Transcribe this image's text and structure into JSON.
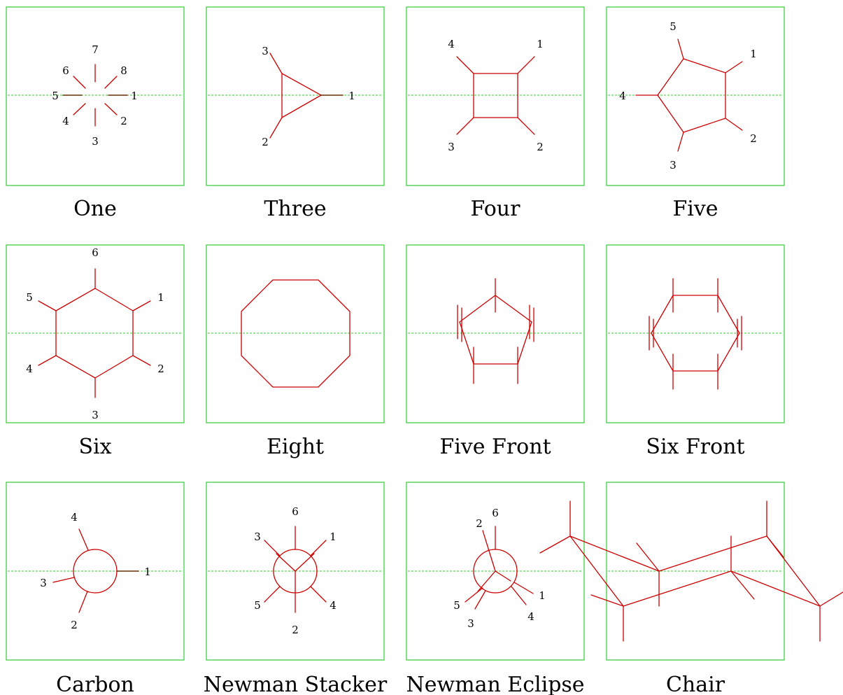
{
  "panels": [
    {
      "label": "One",
      "numbers": [
        "1",
        "2",
        "3",
        "4",
        "5",
        "6",
        "7",
        "8"
      ]
    },
    {
      "label": "Three",
      "numbers": [
        "1",
        "2",
        "3"
      ]
    },
    {
      "label": "Four",
      "numbers": [
        "1",
        "2",
        "3",
        "4"
      ]
    },
    {
      "label": "Five",
      "numbers": [
        "1",
        "2",
        "3",
        "4",
        "5"
      ]
    },
    {
      "label": "Six",
      "numbers": [
        "1",
        "2",
        "3",
        "4",
        "5",
        "6"
      ]
    },
    {
      "label": "Eight",
      "numbers": []
    },
    {
      "label": "Five Front",
      "numbers": []
    },
    {
      "label": "Six Front",
      "numbers": []
    },
    {
      "label": "Carbon",
      "numbers": [
        "1",
        "2",
        "3",
        "4"
      ]
    },
    {
      "label": "Newman Stacker",
      "numbers": [
        "1",
        "2",
        "3",
        "4",
        "5",
        "6"
      ]
    },
    {
      "label": "Newman Eclipse",
      "numbers": [
        "1",
        "2",
        "3",
        "4",
        "5",
        "6"
      ]
    },
    {
      "label": "Chair",
      "numbers": []
    }
  ],
  "colors": {
    "frame": "#33cc33",
    "bond": "#cc0000",
    "text": "#000000"
  }
}
